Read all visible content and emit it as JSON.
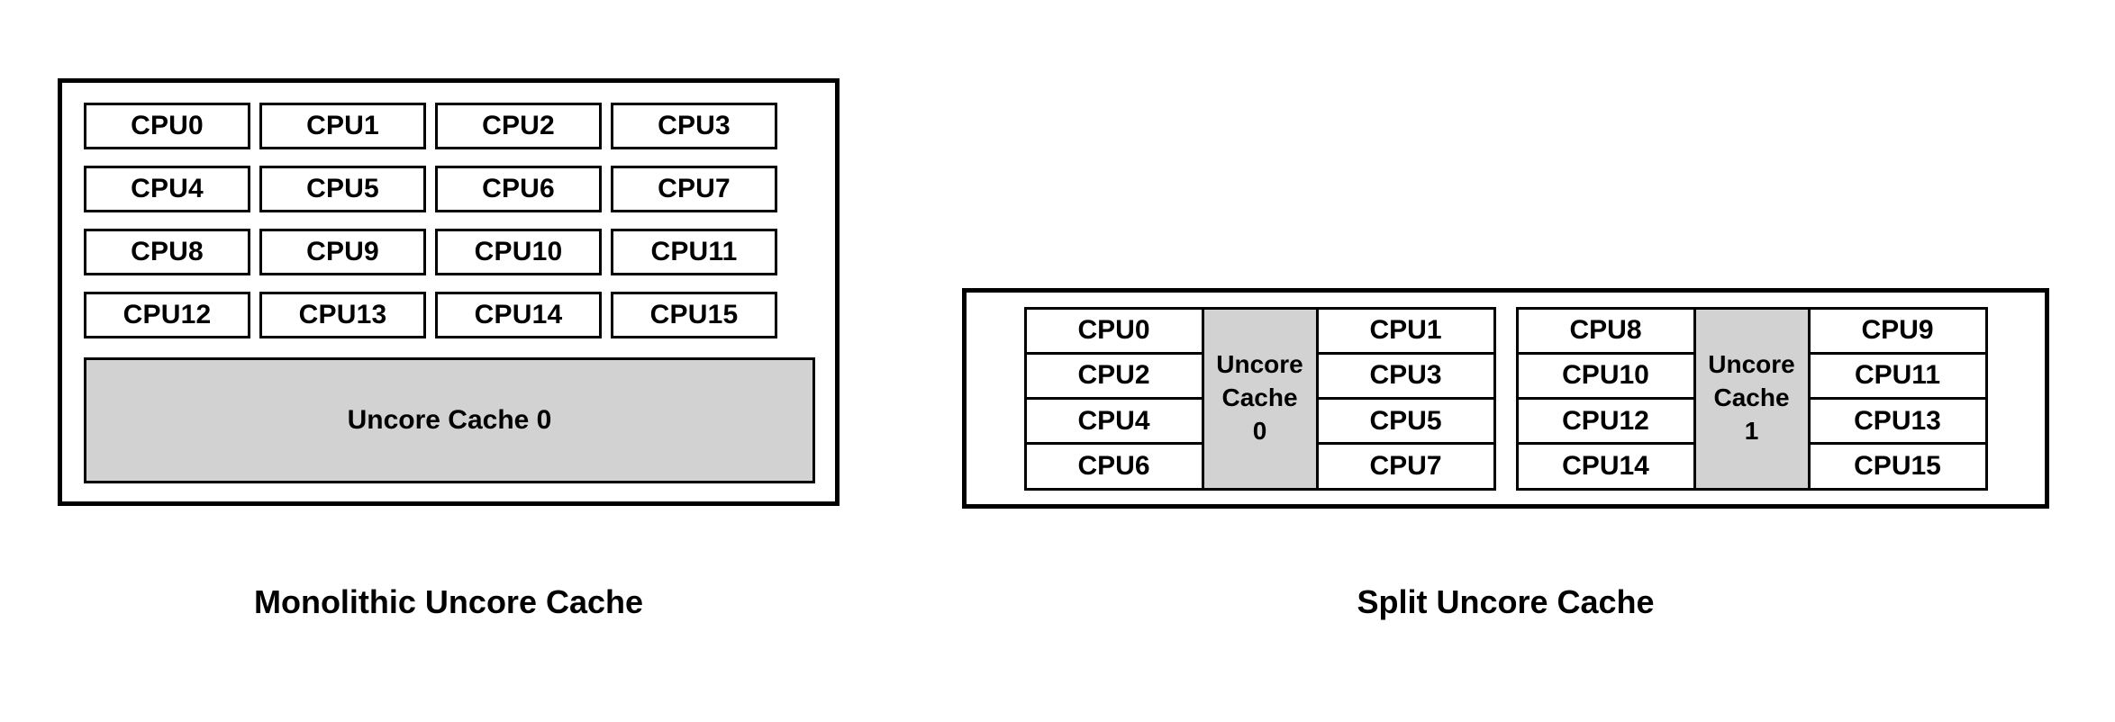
{
  "monolithic": {
    "cpus": [
      "CPU0",
      "CPU1",
      "CPU2",
      "CPU3",
      "CPU4",
      "CPU5",
      "CPU6",
      "CPU7",
      "CPU8",
      "CPU9",
      "CPU10",
      "CPU11",
      "CPU12",
      "CPU13",
      "CPU14",
      "CPU15"
    ],
    "cache_label": "Uncore Cache 0",
    "caption": "Monolithic Uncore Cache"
  },
  "split": {
    "caption": "Split Uncore Cache",
    "clusters": [
      {
        "left_cpus": [
          "CPU0",
          "CPU2",
          "CPU4",
          "CPU6"
        ],
        "cache_lines": [
          "Uncore",
          "Cache",
          "0"
        ],
        "right_cpus": [
          "CPU1",
          "CPU3",
          "CPU5",
          "CPU7"
        ]
      },
      {
        "left_cpus": [
          "CPU8",
          "CPU10",
          "CPU12",
          "CPU14"
        ],
        "cache_lines": [
          "Uncore",
          "Cache",
          "1"
        ],
        "right_cpus": [
          "CPU9",
          "CPU11",
          "CPU13",
          "CPU15"
        ]
      }
    ]
  },
  "colors": {
    "cache_fill": "#d2d2d2",
    "border": "#000000",
    "background": "#ffffff",
    "text": "#000000"
  }
}
